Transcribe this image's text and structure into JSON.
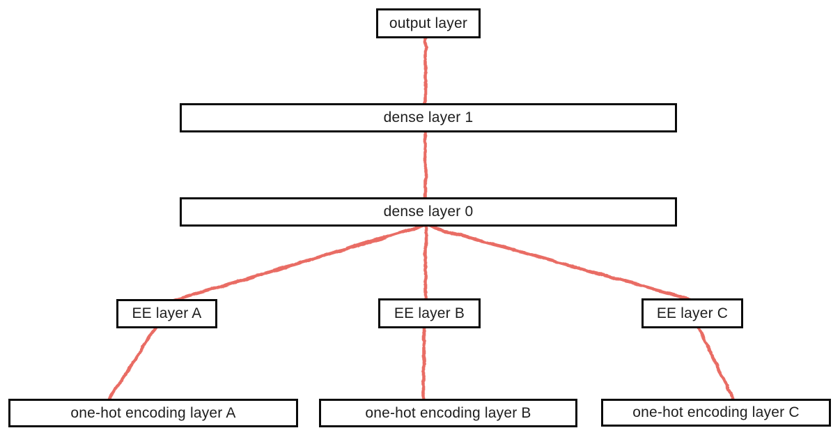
{
  "diagram": {
    "colors": {
      "background": "#ffffff",
      "box_border": "#0a0a0a",
      "text": "#1d1d1d",
      "edge": "#e8645d"
    },
    "nodes": {
      "output": {
        "label": "output layer"
      },
      "dense1": {
        "label": "dense layer 1"
      },
      "dense0": {
        "label": "dense layer 0"
      },
      "ee_a": {
        "label": "EE layer A"
      },
      "ee_b": {
        "label": "EE layer B"
      },
      "ee_c": {
        "label": "EE layer C"
      },
      "onehot_a": {
        "label": "one-hot encoding layer A"
      },
      "onehot_b": {
        "label": "one-hot encoding layer B"
      },
      "onehot_c": {
        "label": "one-hot encoding layer C"
      }
    },
    "edges": [
      {
        "from": "output",
        "to": "dense1"
      },
      {
        "from": "dense1",
        "to": "dense0"
      },
      {
        "from": "dense0",
        "to": "ee_a"
      },
      {
        "from": "dense0",
        "to": "ee_b"
      },
      {
        "from": "dense0",
        "to": "ee_c"
      },
      {
        "from": "ee_a",
        "to": "onehot_a"
      },
      {
        "from": "ee_b",
        "to": "onehot_b"
      },
      {
        "from": "ee_c",
        "to": "onehot_c"
      }
    ]
  }
}
